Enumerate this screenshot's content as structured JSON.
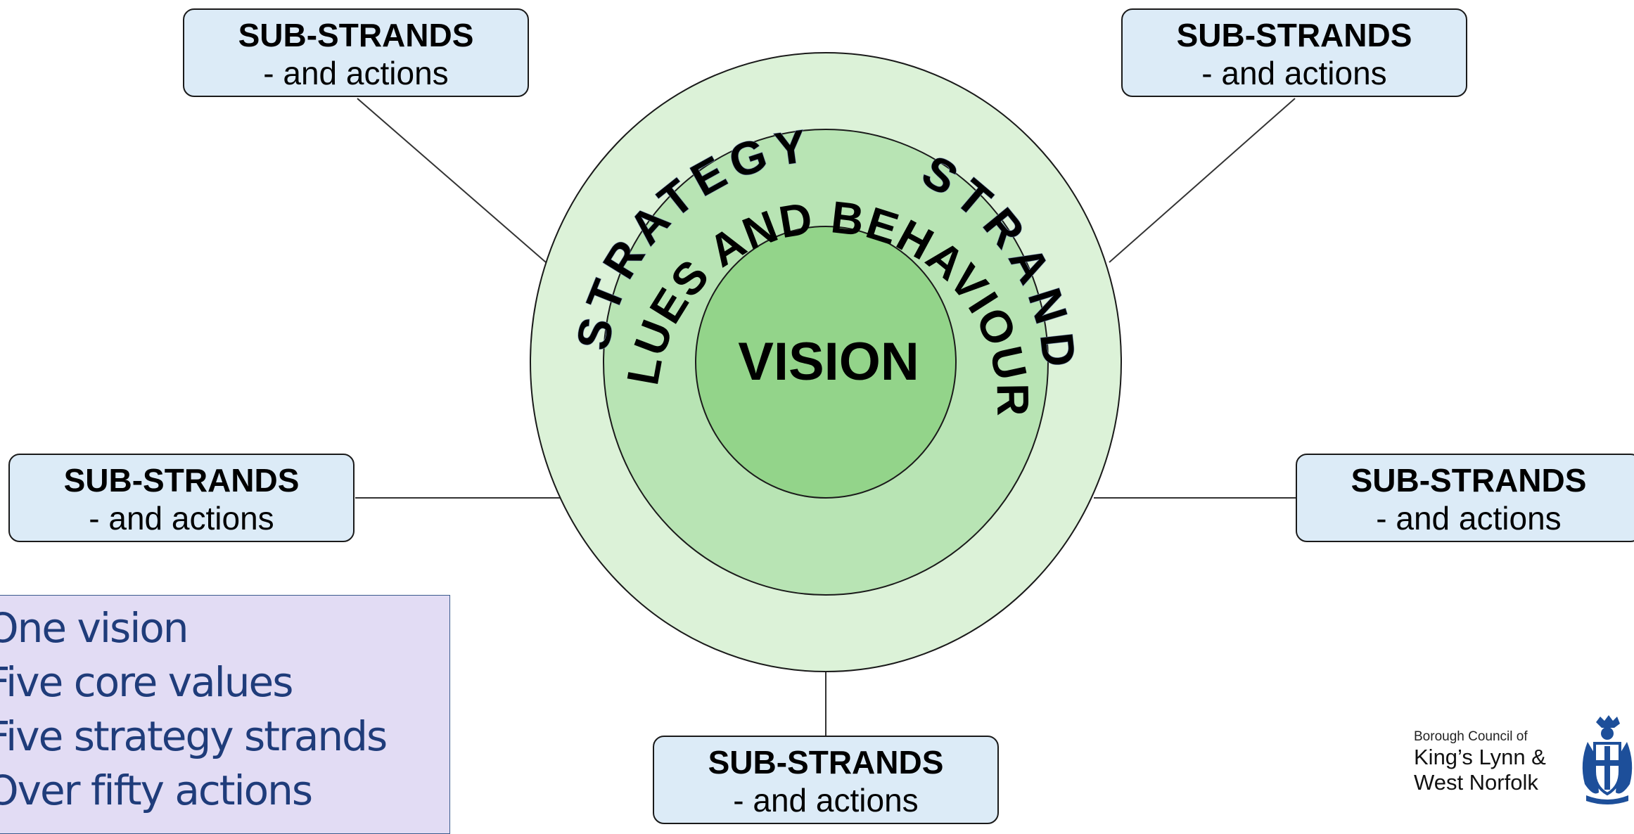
{
  "diagram": {
    "center_label": "VISION",
    "inner_ring_label": "VALUES AND BEHAVIOURS",
    "outer_ring_word_left": "STRATEGY",
    "outer_ring_word_right": "STRANDS",
    "colors": {
      "outer_ring": "#dcf2d8",
      "middle_ring": "#b8e4b4",
      "inner_circle": "#93d48a",
      "box_fill": "#dcebf7",
      "summary_fill": "#e2dcf4",
      "summary_text": "#1f3c7a"
    }
  },
  "substrands": [
    {
      "title": "SUB-STRANDS",
      "subtitle": "- and actions"
    },
    {
      "title": "SUB-STRANDS",
      "subtitle": "- and actions"
    },
    {
      "title": "SUB-STRANDS",
      "subtitle": "- and actions"
    },
    {
      "title": "SUB-STRANDS",
      "subtitle": "- and actions"
    },
    {
      "title": "SUB-STRANDS",
      "subtitle": "- and actions"
    }
  ],
  "summary": {
    "lines": [
      "One vision",
      "Five core values",
      "Five strategy strands",
      "Over fifty actions"
    ]
  },
  "logo": {
    "line1": "Borough Council of",
    "line2": "King’s Lynn &",
    "line3": "West Norfolk",
    "crest_icon": "crest-icon"
  }
}
